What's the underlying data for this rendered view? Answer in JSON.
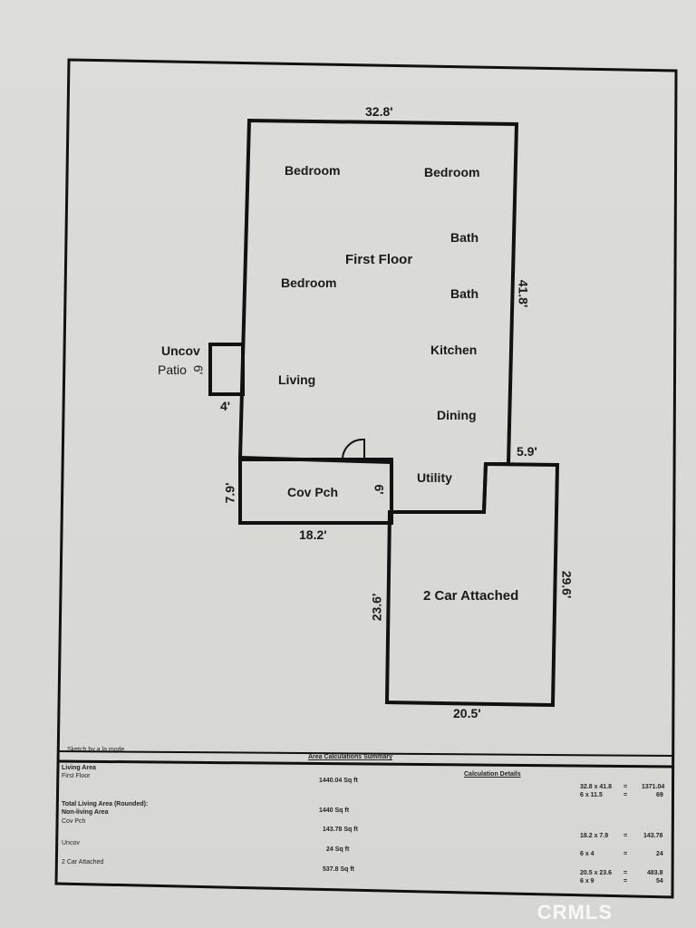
{
  "plan": {
    "dimensions": {
      "top_width": "32.8'",
      "right_height": "41.8'",
      "garage_offset": "5.9'",
      "porch_height": "7.9'",
      "porch_inner": "6'",
      "porch_width": "18.2'",
      "garage_left": "23.6'",
      "garage_right": "29.6'",
      "garage_width": "20.5'",
      "patio_width": "4'",
      "patio_height": "6'"
    },
    "rooms": {
      "bedroom1": "Bedroom",
      "bedroom2": "Bedroom",
      "bedroom3": "Bedroom",
      "bath1": "Bath",
      "bath2": "Bath",
      "first_floor": "First Floor",
      "kitchen": "Kitchen",
      "living": "Living",
      "dining": "Dining",
      "utility": "Utility",
      "cov_pch": "Cov Pch",
      "garage": "2 Car Attached",
      "uncov": "Uncov",
      "patio": "Patio"
    }
  },
  "summary": {
    "credit": "Sketch by a la mode",
    "title": "Area Calculations Summary",
    "details_title": "Calculation Details",
    "living_area": "Living Area",
    "first_floor": "First Floor",
    "first_floor_value": "1440.04 Sq ft",
    "total_label": "Total Living Area (Rounded):",
    "total_value": "1440 Sq ft",
    "non_living": "Non-living Area",
    "cov_pch": "Cov Pch",
    "cov_pch_value": "143.78 Sq ft",
    "uncov": "Uncov",
    "uncov_value": "24 Sq ft",
    "garage": "2 Car Attached",
    "garage_value": "537.8 Sq ft",
    "calcs": [
      {
        "expr": "32.8 x 41.8",
        "eq": "=",
        "val": "1371.04"
      },
      {
        "expr": "6 x 11.5",
        "eq": "=",
        "val": "69"
      },
      {
        "expr": "18.2 x 7.9",
        "eq": "=",
        "val": "143.78"
      },
      {
        "expr": "6 x 4",
        "eq": "=",
        "val": "24"
      },
      {
        "expr": "20.5 x 23.6",
        "eq": "=",
        "val": "483.8"
      },
      {
        "expr": "6 x 9",
        "eq": "=",
        "val": "54"
      }
    ]
  },
  "watermark": "CRMLS"
}
